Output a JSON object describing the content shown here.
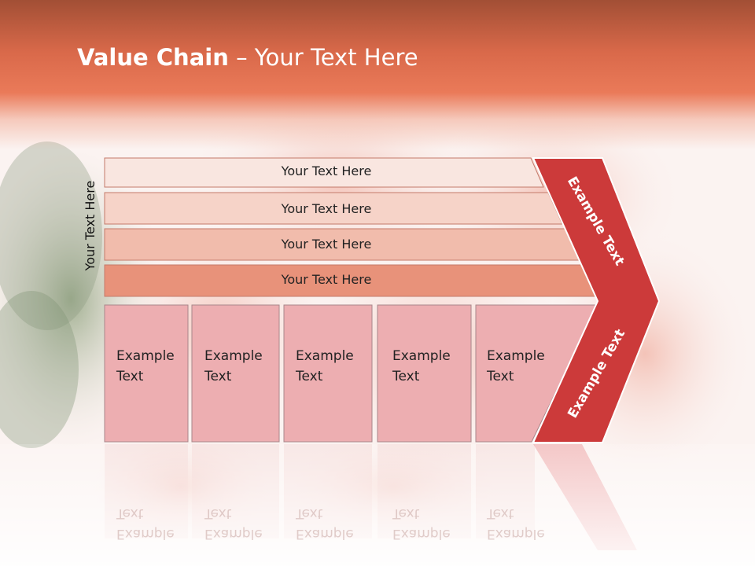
{
  "title": {
    "bold": "Value Chain",
    "rest": " – Your Text Here"
  },
  "side_label": "Your Text Here",
  "rows": [
    {
      "label": "Your Text Here",
      "color": "#f9e6e0"
    },
    {
      "label": "Your Text Here",
      "color": "#f6d3c8"
    },
    {
      "label": "Your Text Here",
      "color": "#f1bcac"
    },
    {
      "label": "Your Text Here",
      "color": "#e8927a"
    }
  ],
  "boxes": [
    {
      "line1": "Example",
      "line2": "Text"
    },
    {
      "line1": "Example",
      "line2": "Text"
    },
    {
      "line1": "Example",
      "line2": "Text"
    },
    {
      "line1": "Example",
      "line2": "Text"
    },
    {
      "line1": "Example",
      "line2": "Text"
    }
  ],
  "arrow": {
    "top_label": "Example Text",
    "bottom_label": "Example Text",
    "color": "#cc3a3a"
  },
  "colors": {
    "header": "#e0714f",
    "box_fill": "#edaeb1",
    "box_border": "#a9878a"
  }
}
